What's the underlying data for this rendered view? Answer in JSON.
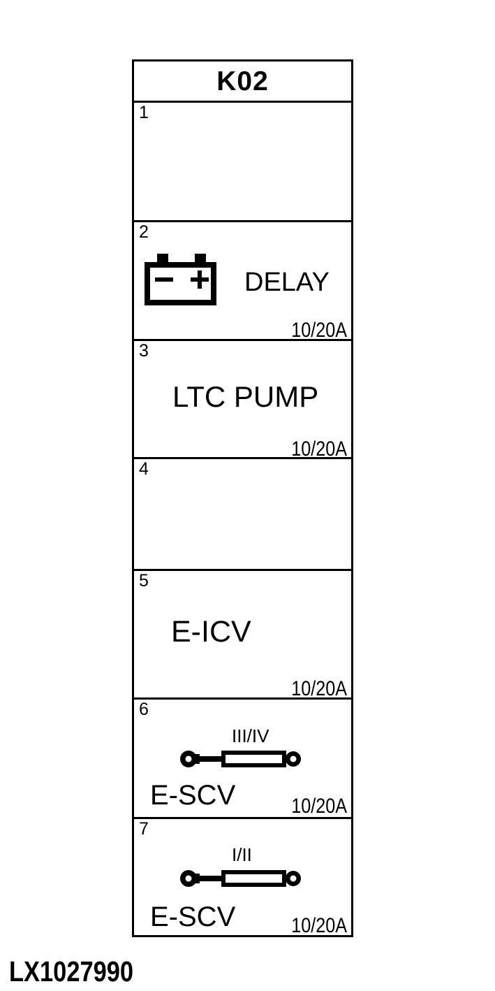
{
  "figure": {
    "code": "LX1027990"
  },
  "fuse_block": {
    "title": "K02",
    "cells": [
      {
        "number": "1",
        "label": "",
        "rating": ""
      },
      {
        "number": "2",
        "label": "DELAY",
        "rating": "10/20A",
        "icon": "battery-icon"
      },
      {
        "number": "3",
        "label": "LTC PUMP",
        "rating": "10/20A"
      },
      {
        "number": "4",
        "label": "",
        "rating": ""
      },
      {
        "number": "5",
        "label": "E-ICV",
        "rating": "10/20A"
      },
      {
        "number": "6",
        "label": "E-SCV",
        "rating": "10/20A",
        "icon": "hydraulic-cylinder-icon",
        "icon_caption": "III/IV"
      },
      {
        "number": "7",
        "label": "E-SCV",
        "rating": "10/20A",
        "icon": "hydraulic-cylinder-icon",
        "icon_caption": "I/II"
      }
    ]
  },
  "colors": {
    "line": "#000000",
    "background": "#ffffff"
  }
}
